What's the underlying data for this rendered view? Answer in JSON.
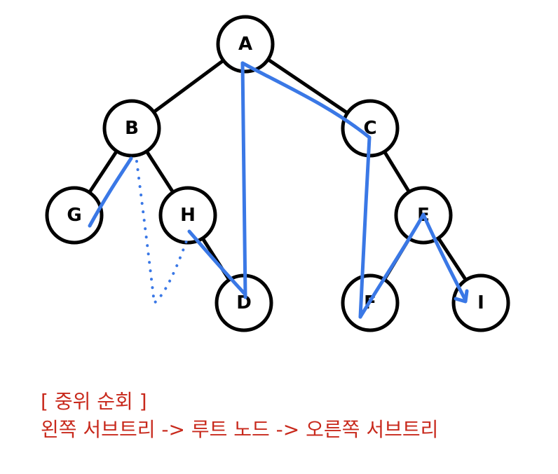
{
  "tree": {
    "nodes": {
      "A": "A",
      "B": "B",
      "C": "C",
      "G": "G",
      "H": "H",
      "D": "D",
      "E": "E",
      "F": "F",
      "I": "I"
    },
    "edges": [
      [
        "A",
        "B"
      ],
      [
        "A",
        "C"
      ],
      [
        "B",
        "G"
      ],
      [
        "B",
        "H"
      ],
      [
        "H",
        "D"
      ],
      [
        "C",
        "E"
      ],
      [
        "E",
        "F"
      ],
      [
        "E",
        "I"
      ]
    ]
  },
  "caption": {
    "title": "[ 중위 순회 ]",
    "body": "왼쪽 서브트리 -> 루트 노드 -> 오른쪽 서브트리"
  },
  "colors": {
    "trace": "#3a78e6",
    "caption": "#c8291c",
    "node_stroke": "#000000"
  }
}
